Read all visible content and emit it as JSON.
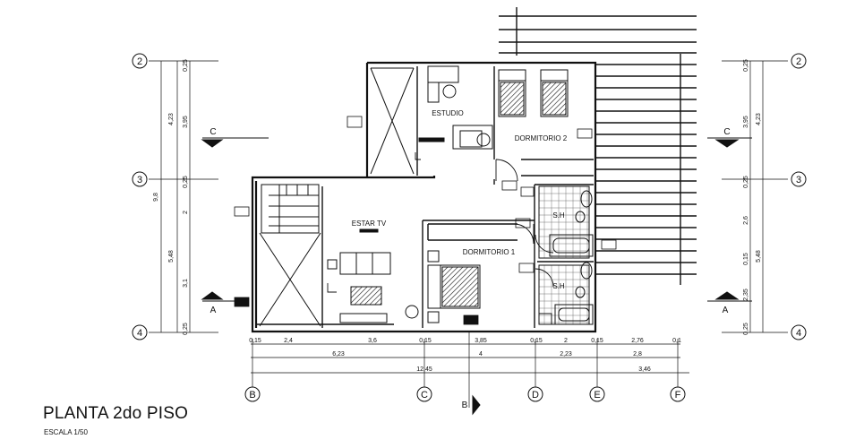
{
  "title": "PLANTA 2do PISO",
  "scale": "ESCALA 1/50",
  "grid_rows": [
    {
      "label": "2"
    },
    {
      "label": "3"
    },
    {
      "label": "4"
    }
  ],
  "grid_cols": [
    {
      "label": "B"
    },
    {
      "label": "C"
    },
    {
      "label": "D"
    },
    {
      "label": "E"
    },
    {
      "label": "F"
    }
  ],
  "section_marks": {
    "c": "C",
    "a": "A",
    "b": "B"
  },
  "rooms": {
    "estudio": "ESTUDIO",
    "dormitorio2": "DORMITORIO 2",
    "estar": "ESTAR TV",
    "dormitorio1": "DORMITORIO 1",
    "sh_top": "S.H",
    "sh_bottom": "S.H"
  },
  "vertical_dims": {
    "outer_top": "4,23",
    "outer_bottom": "5,48",
    "total": "9,8",
    "inner": [
      "0,25",
      "3,95",
      "0,25",
      "2",
      "3,1",
      "0,25"
    ],
    "right_outer_top": "4,23",
    "right_outer_bottom": "5,48",
    "right_inner": [
      "0,25",
      "3,95",
      "0,25",
      "2,6",
      "0,15",
      "2,35",
      "0,25"
    ]
  },
  "horizontal_dims": {
    "row1": [
      "0,15",
      "2,4",
      "3,6",
      "0,15",
      "3,85",
      "0,15",
      "2",
      "0,15",
      "2,76",
      "0,1"
    ],
    "row2": [
      "6,23",
      "4",
      "2,23",
      "2,8"
    ],
    "row3_total": "12,45",
    "row3_right": "3,46"
  },
  "colors": {
    "line": "#111111",
    "background": "#ffffff"
  }
}
